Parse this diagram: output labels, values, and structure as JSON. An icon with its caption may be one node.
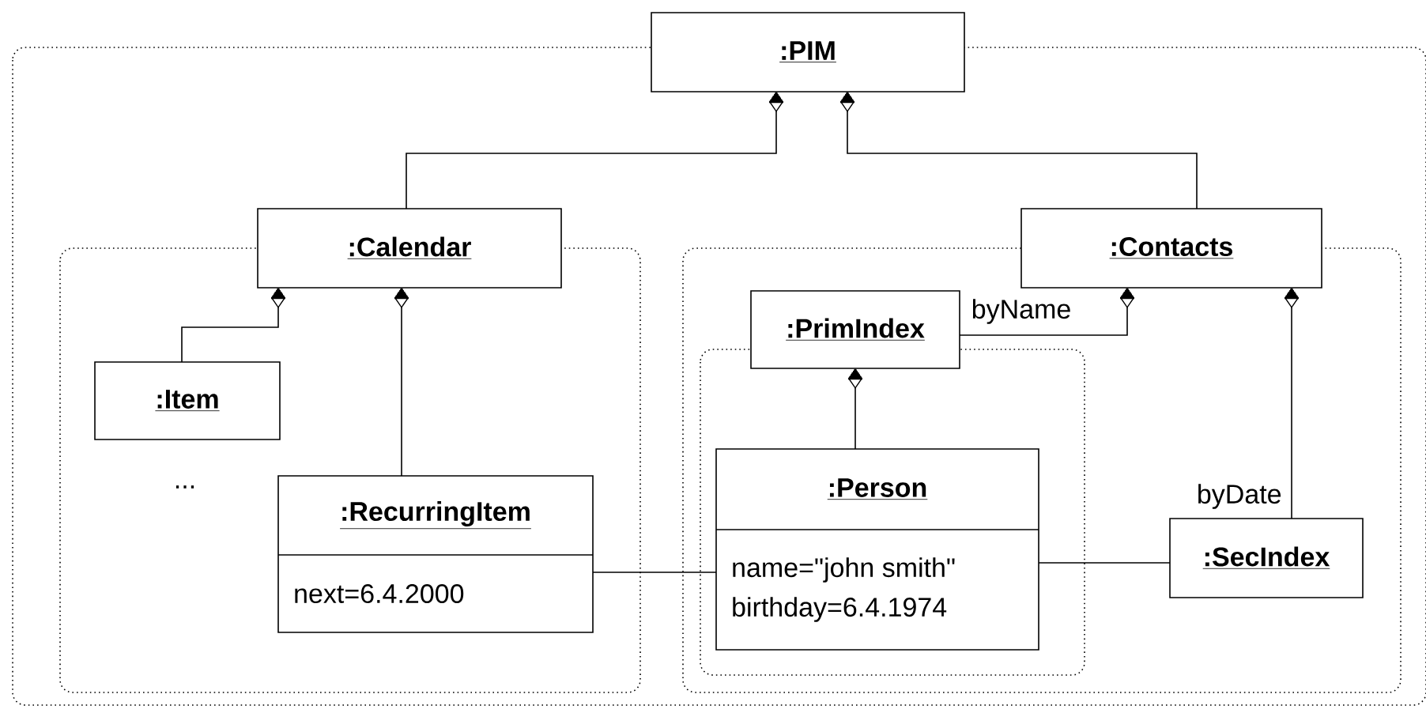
{
  "diagram": {
    "nodes": [
      {
        "text": [
          ":PIM"
        ]
      },
      {
        "text": [
          ":Calendar"
        ]
      },
      {
        "text": [
          ":Contacts"
        ]
      },
      {
        "text": [
          ":Item"
        ]
      },
      {
        "text": [
          ":RecurringItem",
          "next=6.4.2000"
        ]
      },
      {
        "text": [
          ":PrimIndex"
        ]
      },
      {
        "text": [
          ":Person",
          "name=\"john smith\"",
          "birthday=6.4.1974"
        ]
      },
      {
        "text": [
          ":SecIndex"
        ]
      }
    ],
    "edges": [
      {
        "from": 0,
        "to": 1,
        "arrow": "other"
      },
      {
        "from": 0,
        "to": 2,
        "arrow": "other"
      },
      {
        "from": 1,
        "to": 3,
        "arrow": "other"
      },
      {
        "from": 1,
        "to": 4,
        "arrow": "other"
      },
      {
        "from": 2,
        "to": 5,
        "arrow": "other",
        "label": "byName"
      },
      {
        "from": 2,
        "to": 7,
        "arrow": "other",
        "label": "byDate"
      },
      {
        "from": 5,
        "to": 6,
        "arrow": "other"
      },
      {
        "from": 4,
        "to": 6,
        "arrow": "none"
      },
      {
        "from": 6,
        "to": 7,
        "arrow": "none"
      }
    ],
    "labels": [
      "..."
    ]
  }
}
